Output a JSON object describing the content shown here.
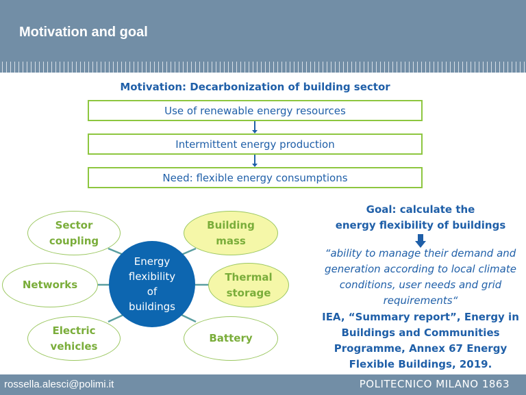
{
  "header": {
    "title": "Motivation and goal"
  },
  "motivation": {
    "heading": "Motivation: Decarbonization of building sector",
    "steps": [
      "Use of renewable energy resources",
      "Intermittent energy production",
      "Need: flexible energy consumptions"
    ]
  },
  "diagram": {
    "center": [
      "Energy",
      "flexibility",
      "of",
      "buildings"
    ],
    "nodes": [
      {
        "l1": "Sector",
        "l2": "coupling"
      },
      {
        "l1": "Building",
        "l2": "mass"
      },
      {
        "l1": "Networks",
        "l2": ""
      },
      {
        "l1": "Thermal",
        "l2": "storage"
      },
      {
        "l1": "Electric",
        "l2": "vehicles"
      },
      {
        "l1": "Battery",
        "l2": ""
      }
    ]
  },
  "goal": {
    "lines": [
      "Goal: calculate the",
      "energy flexibility of buildings"
    ],
    "quote": [
      "“ability to manage their demand and",
      "generation according to local climate",
      "conditions, user needs and grid",
      "requirements“"
    ],
    "reference": [
      "IEA, “Summary report”, Energy in",
      "Buildings and Communities",
      "Programme, Annex 67 Energy",
      "Flexible Buildings, 2019."
    ]
  },
  "footer": {
    "email": "rossella.alesci@polimi.it",
    "logo": "POLITECNICO MILANO 1863"
  }
}
